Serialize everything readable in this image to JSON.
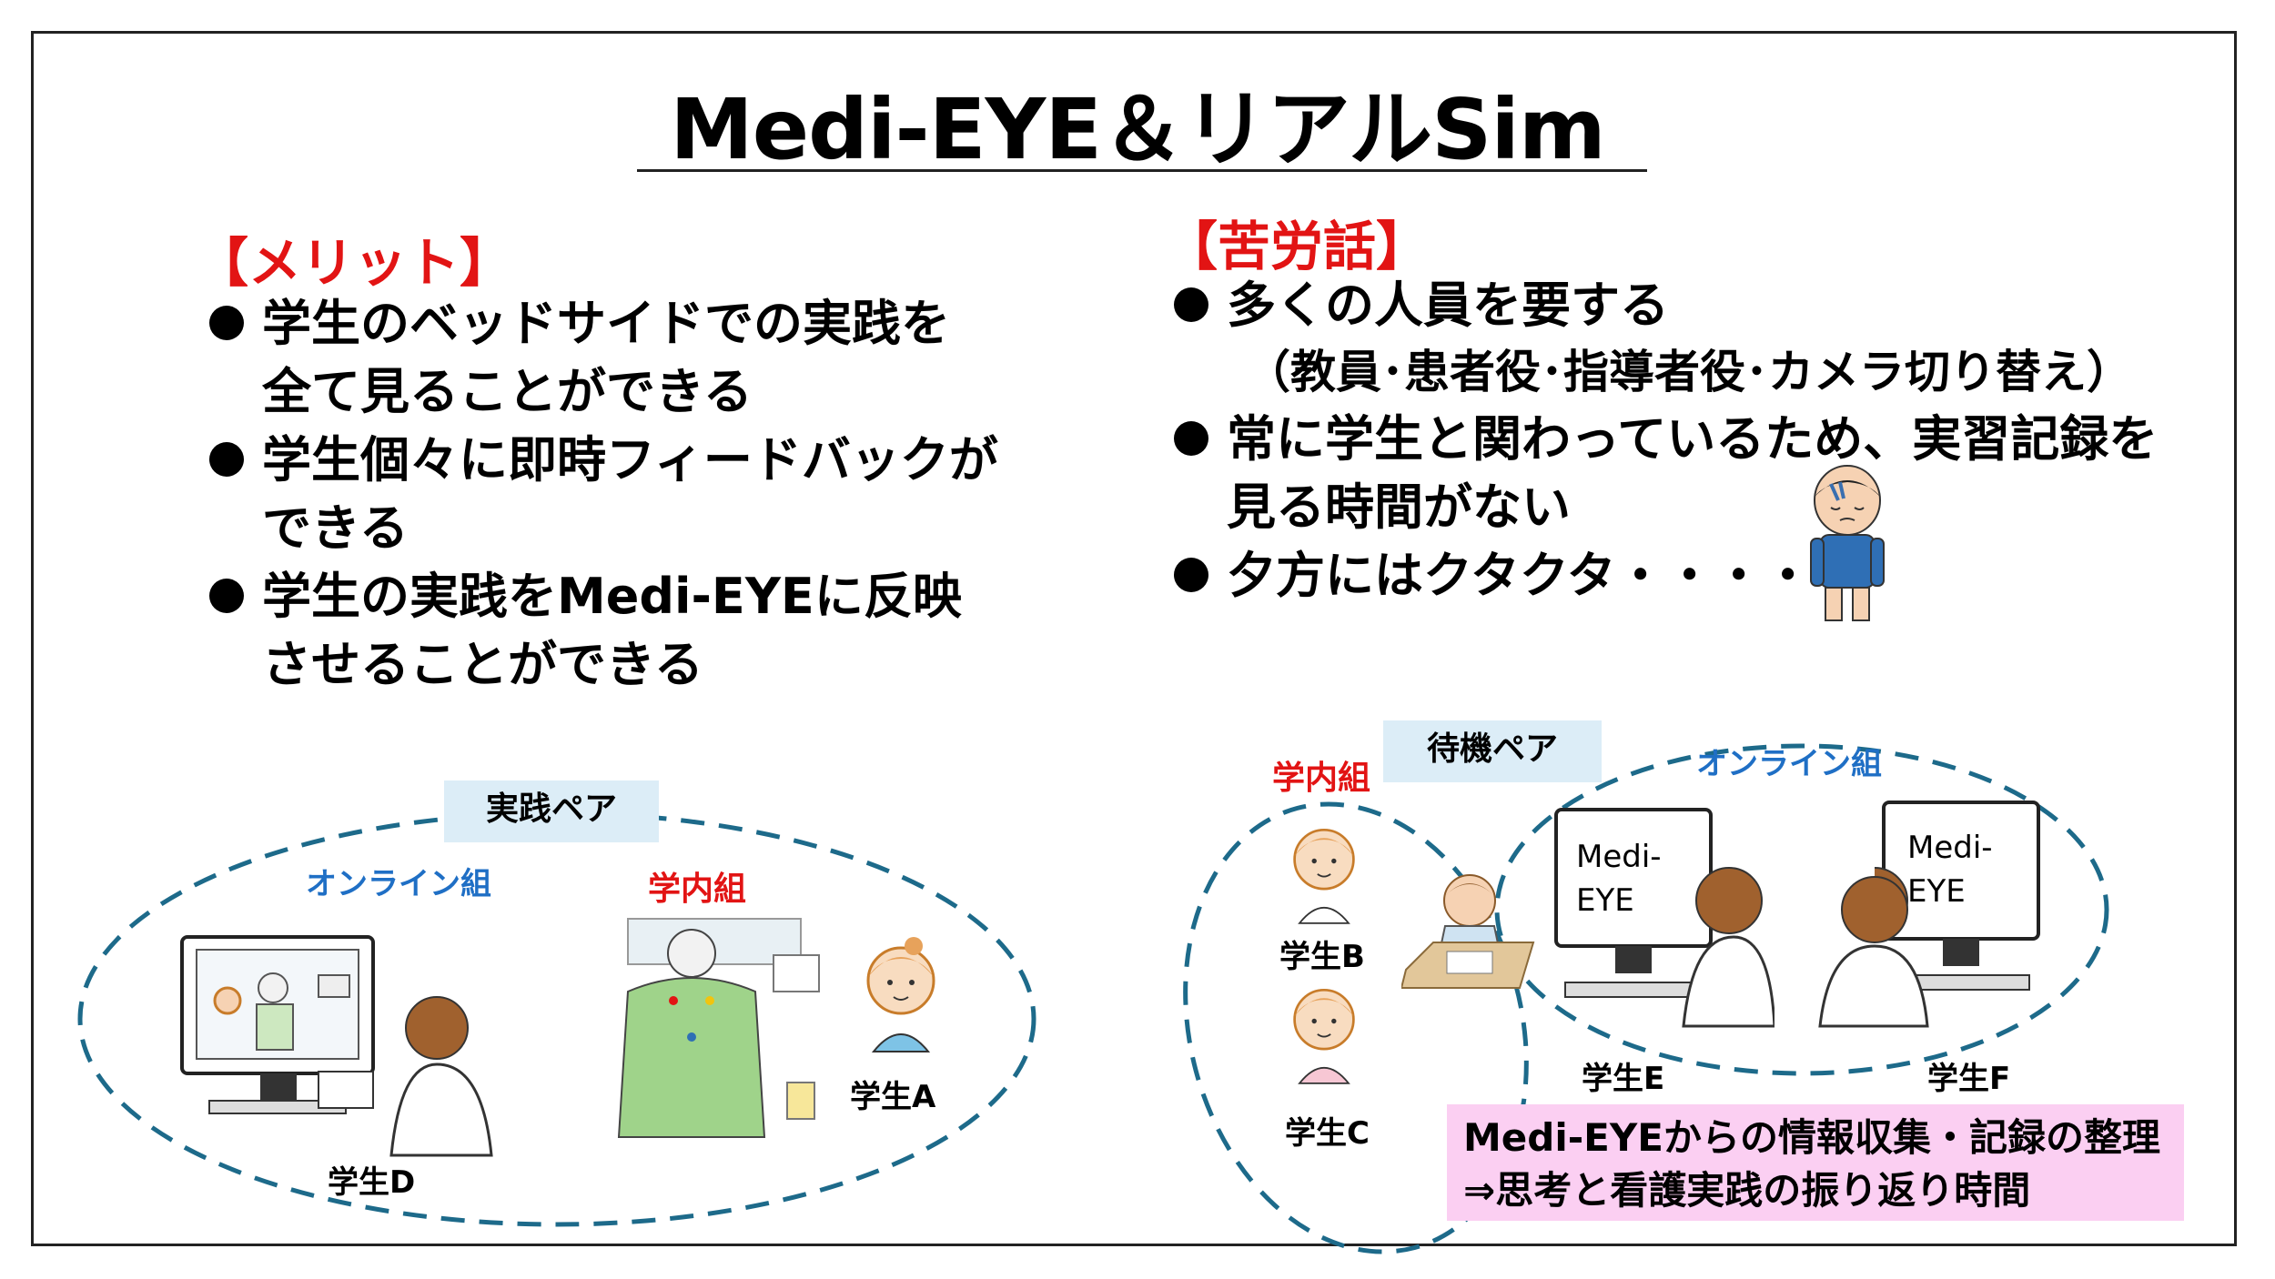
{
  "title": "Medi-EYE＆リアルSim",
  "merit": {
    "heading": "【メリット】",
    "items": [
      {
        "line1": "学生のベッドサイドでの実践を",
        "line2": "全て見ることができる"
      },
      {
        "line1": "学生個々に即時フィードバックが",
        "line2": "できる"
      },
      {
        "line1": "学生の実践をMedi-EYEに反映",
        "line2": "させることができる"
      }
    ]
  },
  "hardship": {
    "heading": "【苦労話】",
    "items": [
      {
        "line1": "多くの人員を要する",
        "line2": "（教員･患者役･指導者役･カメラ切り替え）"
      },
      {
        "line1": "常に学生と関わっているため、実習記録を",
        "line2": "見る時間がない"
      },
      {
        "line1": "夕方にはクタクタ・・・・・",
        "line2": ""
      }
    ]
  },
  "left_diagram": {
    "pair_label": "実践ペア",
    "online_label": "オンライン組",
    "campus_label": "学内組",
    "student_d": "学生D",
    "student_a": "学生A"
  },
  "right_diagram": {
    "campus_label": "学内組",
    "waiting_label": "待機ペア",
    "online_label": "オンライン組",
    "student_b": "学生B",
    "student_c": "学生C",
    "student_e": "学生E",
    "student_f": "学生F",
    "screen1_line1": "Medi-",
    "screen1_line2": "EYE",
    "screen2_line1": "Medi-",
    "screen2_line2": "EYE"
  },
  "info_box": {
    "line1": "Medi-EYEからの情報収集・記録の整理",
    "line2": "⇒思考と看護実践の振り返り時間"
  },
  "colors": {
    "heading_red": "#e21414",
    "online_blue": "#1f6fc5",
    "label_bg": "#dcedf7",
    "info_bg": "#fbcff2",
    "dashed_line": "#1d6a8a"
  }
}
